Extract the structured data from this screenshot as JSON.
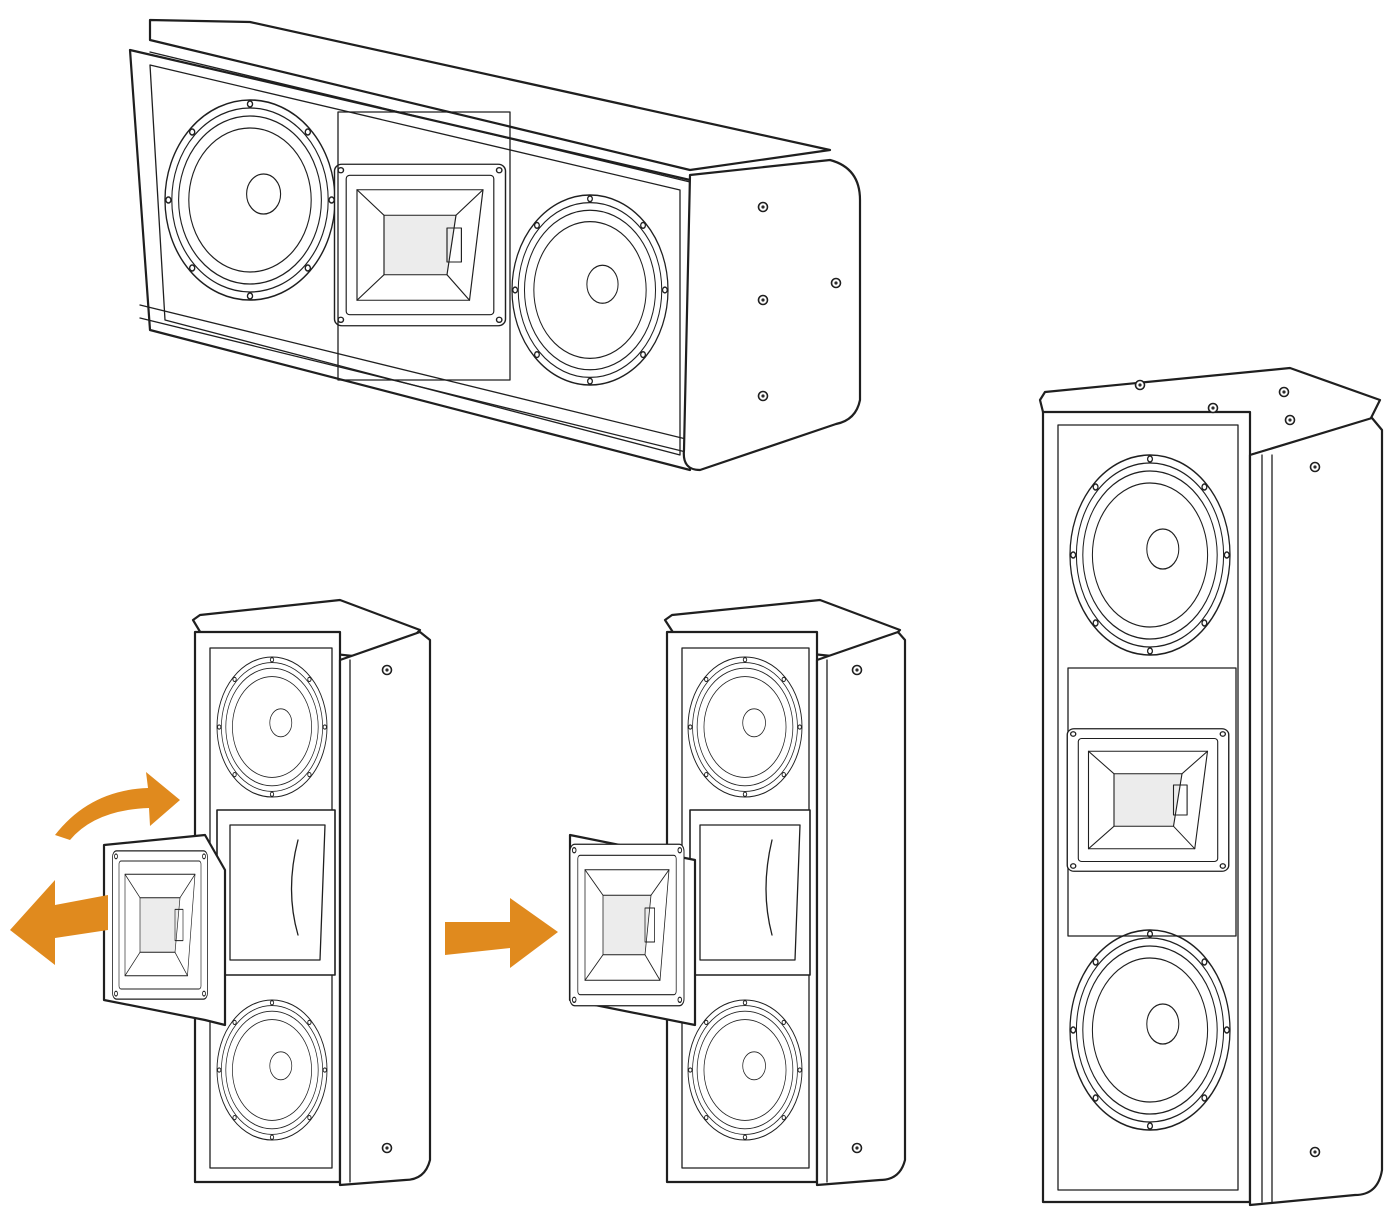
{
  "figure": {
    "accent_color": "#e08a1e",
    "line_color": "#1f1f1f",
    "panels": [
      {
        "id": "speaker-horizontal"
      },
      {
        "id": "speaker-vertical-horn-removed"
      },
      {
        "id": "speaker-vertical-horn-rotated"
      },
      {
        "id": "speaker-vertical-assembled"
      }
    ],
    "arrows": [
      {
        "id": "rotate-arrow",
        "meaning": "rotate"
      },
      {
        "id": "pull-out-arrow",
        "meaning": "remove"
      },
      {
        "id": "next-step-arrow",
        "meaning": "next"
      }
    ]
  }
}
